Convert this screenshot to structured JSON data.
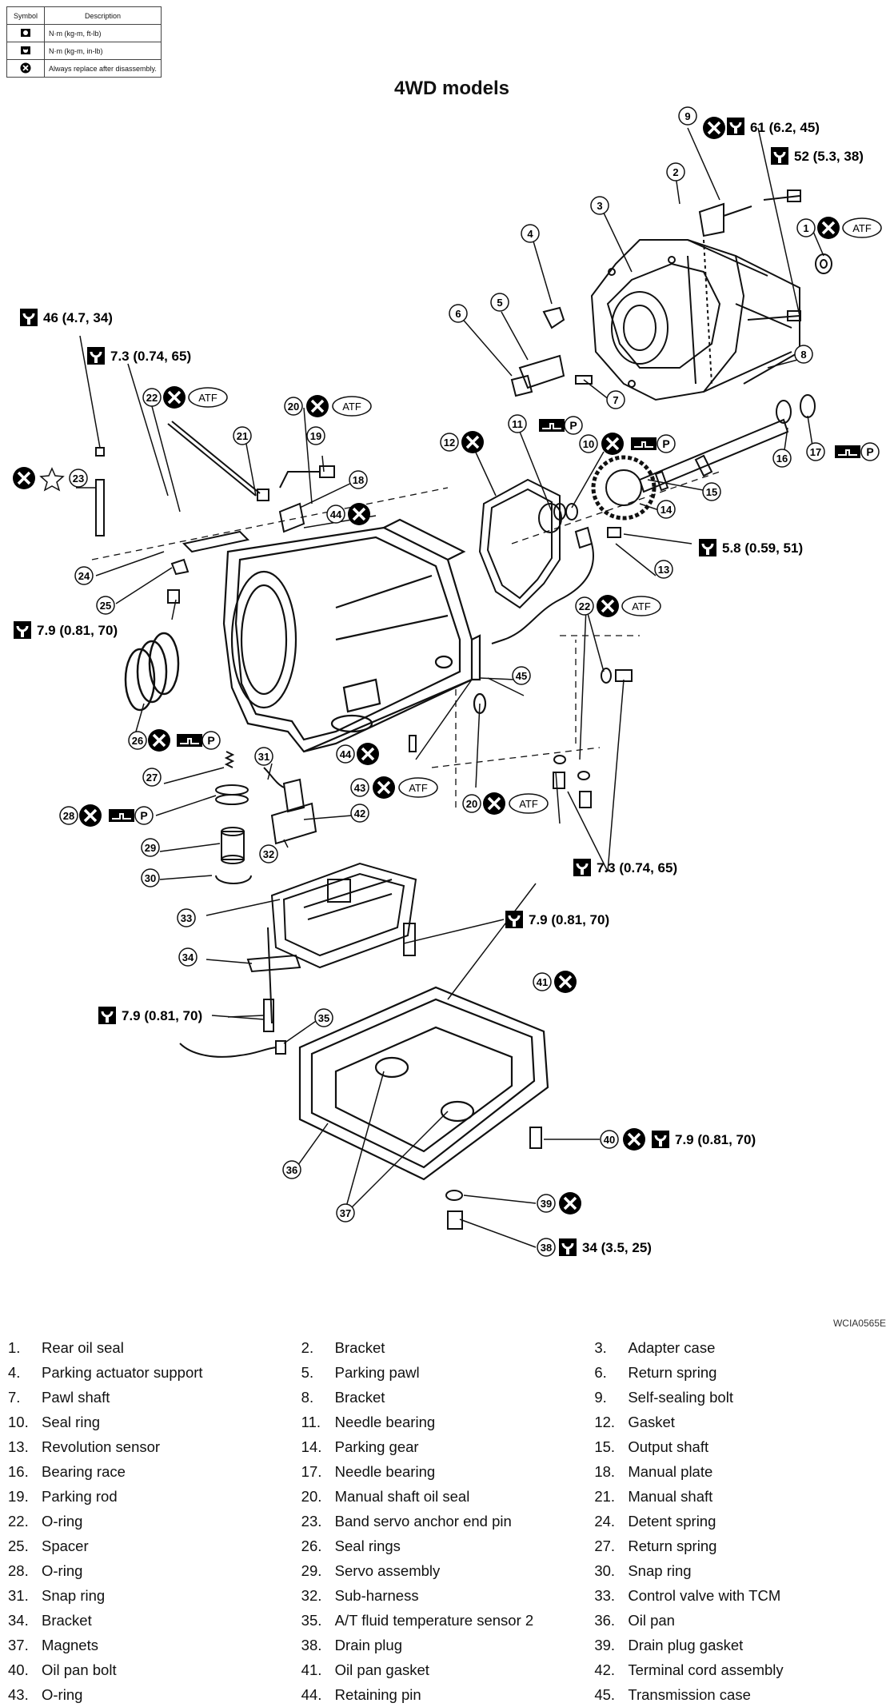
{
  "legend": {
    "header_symbol": "Symbol",
    "header_description": "Description",
    "rows": [
      {
        "icon": "torque-ftlb-icon",
        "text": "N·m (kg-m, ft-lb)"
      },
      {
        "icon": "torque-inlb-icon",
        "text": "N·m (kg-m, in-lb)"
      },
      {
        "icon": "replace-icon",
        "text": "Always replace after disassembly."
      }
    ]
  },
  "title": "4WD models",
  "figure_code": "WCIA0565E",
  "callouts": {
    "t61": "61 (6.2, 45)",
    "t52": "52 (5.3, 38)",
    "t46": "46 (4.7, 34)",
    "t73a": "7.3 (0.74, 65)",
    "t58": "5.8 (0.59, 51)",
    "t79a": "7.9 (0.81, 70)",
    "t73b": "7.3 (0.74, 65)",
    "t79b": "7.9 (0.81, 70)",
    "t79c": "7.9 (0.81, 70)",
    "t79d": "7.9 (0.81, 70)",
    "t34": "34 (3.5, 25)",
    "atf": "ATF",
    "p": "P"
  },
  "parts": [
    [
      "1.",
      "Rear oil seal",
      "2.",
      "Bracket",
      "3.",
      "Adapter case"
    ],
    [
      "4.",
      "Parking actuator support",
      "5.",
      "Parking pawl",
      "6.",
      "Return spring"
    ],
    [
      "7.",
      "Pawl shaft",
      "8.",
      "Bracket",
      "9.",
      "Self-sealing bolt"
    ],
    [
      "10.",
      "Seal ring",
      "11.",
      "Needle bearing",
      "12.",
      "Gasket"
    ],
    [
      "13.",
      "Revolution sensor",
      "14.",
      "Parking gear",
      "15.",
      "Output shaft"
    ],
    [
      "16.",
      "Bearing race",
      "17.",
      "Needle bearing",
      "18.",
      "Manual plate"
    ],
    [
      "19.",
      "Parking rod",
      "20.",
      "Manual shaft oil seal",
      "21.",
      "Manual shaft"
    ],
    [
      "22.",
      "O-ring",
      "23.",
      "Band servo anchor end pin",
      "24.",
      "Detent spring"
    ],
    [
      "25.",
      "Spacer",
      "26.",
      "Seal rings",
      "27.",
      "Return spring"
    ],
    [
      "28.",
      "O-ring",
      "29.",
      "Servo assembly",
      "30.",
      "Snap ring"
    ],
    [
      "31.",
      "Snap ring",
      "32.",
      "Sub-harness",
      "33.",
      "Control valve with TCM"
    ],
    [
      "34.",
      "Bracket",
      "35.",
      "A/T fluid temperature sensor 2",
      "36.",
      "Oil pan"
    ],
    [
      "37.",
      "Magnets",
      "38.",
      "Drain plug",
      "39.",
      "Drain plug gasket"
    ],
    [
      "40.",
      "Oil pan bolt",
      "41.",
      "Oil pan gasket",
      "42.",
      "Terminal cord assembly"
    ],
    [
      "43.",
      "O-ring",
      "44.",
      "Retaining pin",
      "45.",
      "Transmission case"
    ]
  ]
}
